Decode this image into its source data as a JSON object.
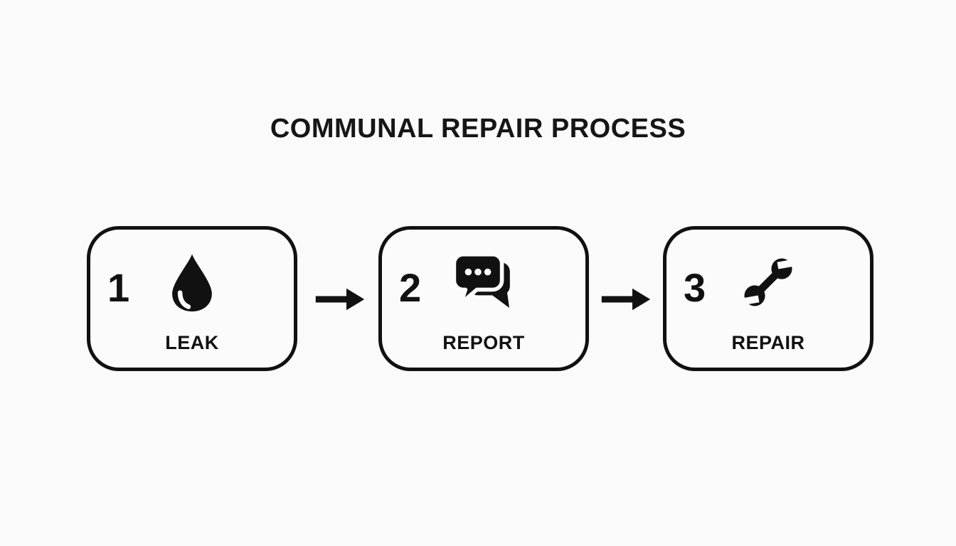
{
  "page": {
    "background_color": "#fafafa",
    "ink_color": "#111111",
    "box_fill_color": "#fbfbfb"
  },
  "title": "COMMUNAL REPAIR PROCESS",
  "steps": [
    {
      "number": "1",
      "label": "LEAK",
      "icon": "water-drop-icon"
    },
    {
      "number": "2",
      "label": "REPORT",
      "icon": "chat-bubbles-icon"
    },
    {
      "number": "3",
      "label": "REPAIR",
      "icon": "wrench-icon"
    }
  ],
  "connectors": [
    {
      "icon": "arrow-right-icon"
    },
    {
      "icon": "arrow-right-icon"
    }
  ]
}
